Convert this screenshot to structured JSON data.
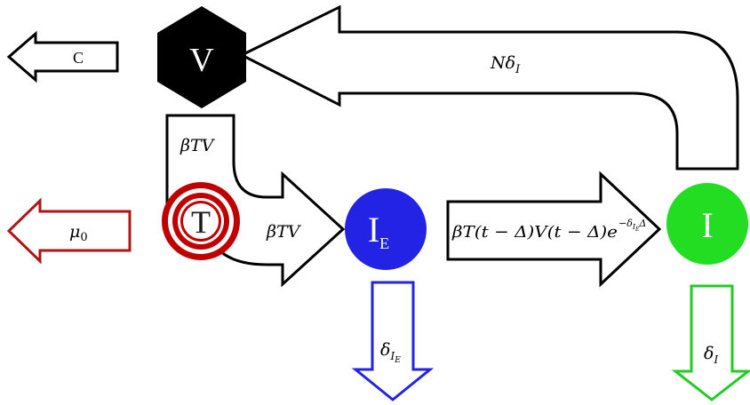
{
  "diagram": {
    "nodes": {
      "virus": {
        "label": "V",
        "color": "#000000",
        "text_color": "#ffffff"
      },
      "target_cell": {
        "label": "T",
        "ring_color": "#c00000"
      },
      "eclipse_cell": {
        "label": "I",
        "subscript": "E",
        "color": "#2323e6",
        "text_color": "#ffffff"
      },
      "infected_cell": {
        "label": "I",
        "color": "#22dd22",
        "text_color": "#ffffff"
      }
    },
    "arrows": {
      "virus_clearance": {
        "label": "C",
        "color": "#000000"
      },
      "target_death": {
        "label": "μ",
        "subscript": "0",
        "color": "#b01515"
      },
      "infection_tv": {
        "label": "βTV",
        "color": "#000000"
      },
      "infection_to_eclipse": {
        "label": "βTV",
        "color": "#000000"
      },
      "eclipse_transition": {
        "label": "βT(t − Δ)V(t − Δ)e",
        "exponent": "−δ",
        "exponent_sub": "I",
        "exponent_subsub": "E",
        "exponent_tail": "Δ",
        "color": "#000000"
      },
      "virus_production": {
        "label": "Nδ",
        "subscript": "I",
        "color": "#000000"
      },
      "eclipse_death": {
        "label": "δ",
        "subscript": "I",
        "subsubscript": "E",
        "color": "#2323e6"
      },
      "infected_death": {
        "label": "δ",
        "subscript": "I",
        "color": "#22cc22"
      }
    }
  }
}
